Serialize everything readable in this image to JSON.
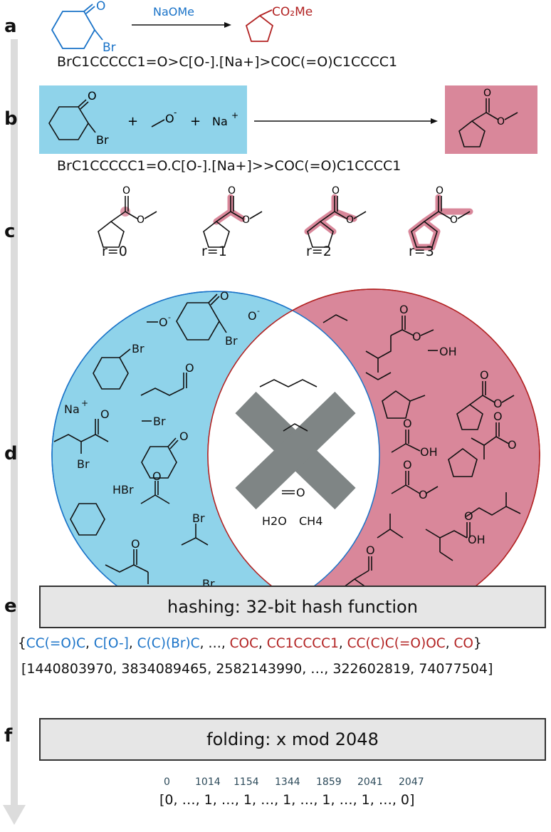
{
  "panels": {
    "a": "a",
    "b": "b",
    "c": "c",
    "d": "d",
    "e": "e",
    "f": "f"
  },
  "panel_a": {
    "reagent": "NaOMe",
    "reactant_br": "Br",
    "reactant_o": "O",
    "product_label": "CO₂Me",
    "smiles": "BrC1CCCCC1=O>C[O-].[Na+]>COC(=O)C1CCCC1"
  },
  "panel_b": {
    "plus1": "+",
    "plus2": "+",
    "methoxide_o": "O",
    "methoxide_charge": "-",
    "na": "Na",
    "na_charge": "+",
    "br": "Br",
    "o": "O",
    "product_o": "O",
    "smiles": "BrC1CCCCC1=O.C[O-].[Na+]>>COC(=O)C1CCCC1"
  },
  "panel_c": {
    "labels": [
      "r=0",
      "r=1",
      "r=2",
      "r=3"
    ],
    "o_atom": "O"
  },
  "panel_d": {
    "left": {
      "methoxide": "O",
      "o_minus": "O",
      "charge": "-",
      "na": "Na",
      "na_charge": "+",
      "br": "Br",
      "hbr": "HBr",
      "o": "O"
    },
    "middle": {
      "h2o": "H2O",
      "ch4": "CH4",
      "o": "O"
    },
    "right": {
      "oh": "OH",
      "o": "O"
    },
    "set_prefix": "{",
    "set_blue": [
      "CC(=O)C",
      "C[O-]",
      "C(C)(Br)C"
    ],
    "set_ellipsis": "…",
    "set_red": [
      "COC",
      "CC1CCCC1",
      "CC(C)C(=O)OC",
      "CO"
    ],
    "set_suffix": "}",
    "separator": ", "
  },
  "panel_e": {
    "box_label": "hashing: 32-bit hash function",
    "hash_list": "[1440803970, 3834089465, 2582143990, …, 322602819, 74077504]"
  },
  "panel_f": {
    "box_label": "folding: x mod 2048",
    "indices": [
      "0",
      "1014",
      "1154",
      "1344",
      "1859",
      "2041",
      "2047"
    ],
    "bit_vector": "[0, …, 1, …, 1, …, 1, …, 1, …, 1, …, 0]"
  },
  "colors": {
    "blue": "#1a73c8",
    "red": "#b22222",
    "blue_fill": "#8fd3ea",
    "red_fill": "#d9879a",
    "grey_cross": "#7f8585",
    "arrow_grey": "#dcdcdc"
  }
}
